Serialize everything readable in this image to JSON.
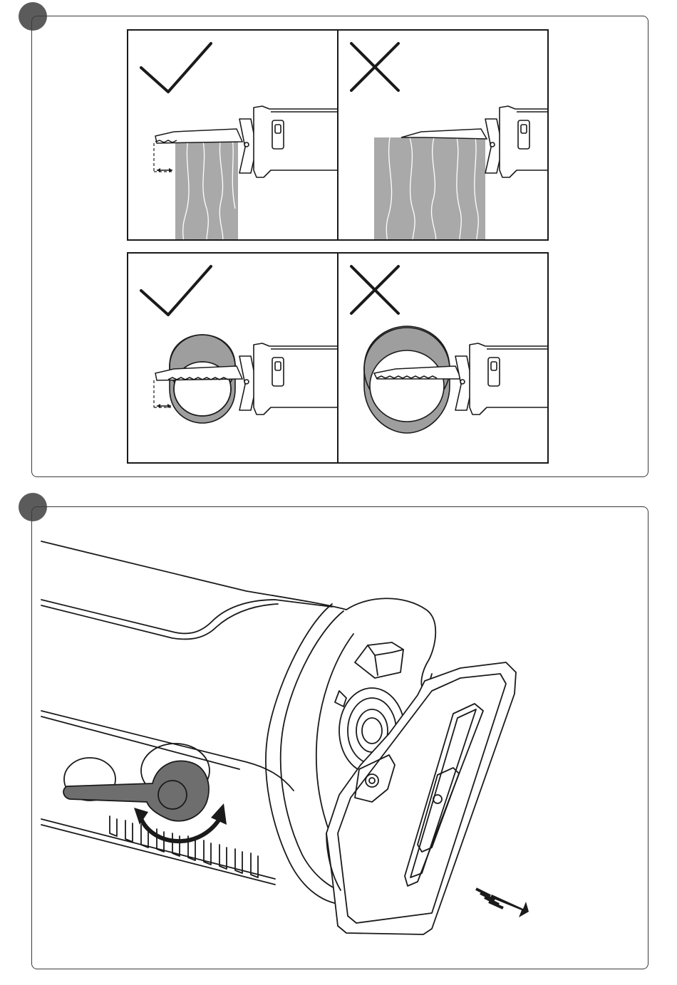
{
  "colors": {
    "step_marker": "#5b5b5b",
    "frame_line": "#3a3a3a",
    "panel_border": "#1a1a1a",
    "material_fill": "#a9a9a9",
    "pipe_fill": "#9e9e9e",
    "tool_line": "#1a1a1a",
    "lever_fill": "#6e6e6e"
  },
  "icons": {
    "correct": "checkmark-icon",
    "incorrect": "cross-icon",
    "direction": "arrow-icon",
    "rotation": "rotation-arrow-icon"
  },
  "steps": [
    {
      "panels": [
        {
          "verdict": "correct",
          "material": "wood-plank",
          "gap_indicator": true
        },
        {
          "verdict": "incorrect",
          "material": "wood-plank",
          "gap_indicator": false
        },
        {
          "verdict": "correct",
          "material": "pipe",
          "gap_indicator": true
        },
        {
          "verdict": "incorrect",
          "material": "pipe",
          "gap_indicator": false
        }
      ]
    },
    {
      "illustration": "shoe-adjustment",
      "lever_action": "rotate",
      "shoe_direction": "pull-out"
    }
  ]
}
